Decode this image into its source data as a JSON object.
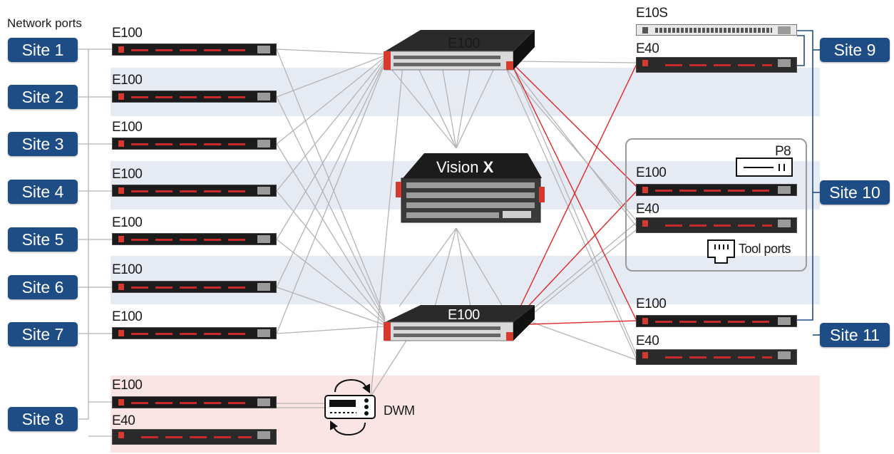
{
  "header": {
    "network_ports": "Network ports"
  },
  "sites": {
    "s1": "Site 1",
    "s2": "Site 2",
    "s3": "Site 3",
    "s4": "Site 4",
    "s5": "Site 5",
    "s6": "Site 6",
    "s7": "Site 7",
    "s8": "Site 8",
    "s9": "Site 9",
    "s10": "Site 10",
    "s11": "Site 11"
  },
  "devices": {
    "e100": "E100",
    "e40": "E40",
    "e10s": "E10S",
    "p8": "P8",
    "vision_prefix": "Vision",
    "vision_suffix": "X",
    "dwm": "DWM",
    "tool_ports": "Tool ports"
  },
  "colors": {
    "site_badge": "#1e4d86",
    "link_gray": "#b4b4b4",
    "link_red": "#e0262a",
    "link_blue": "#1e4d86",
    "band_blue": "#e6ebf3",
    "band_pink": "#fbe4e4"
  }
}
